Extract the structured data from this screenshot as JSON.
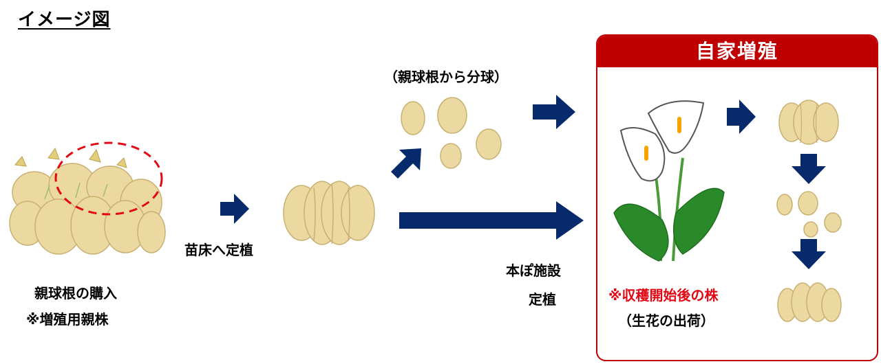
{
  "title": "イメージ図",
  "labels": {
    "purchase": "親球根の購入",
    "purchase_note": "※増殖用親株",
    "nursery": "苗床へ定植",
    "division": "（親球根から分球）",
    "field": "本ぽ施設",
    "field2": "定植"
  },
  "home": {
    "header": "自家増殖",
    "after_harvest": "※収穫開始後の株",
    "shipping": "（生花の出荷）"
  },
  "colors": {
    "arrow": "#062a6b",
    "bulb_fill": "#ecd9a2",
    "bulb_stroke": "#c8b070",
    "accent_red": "#c00000",
    "highlight_red": "#e30613",
    "leaf": "#2a8a2a",
    "flower": "#ffffff",
    "spadix": "#f5a400"
  }
}
